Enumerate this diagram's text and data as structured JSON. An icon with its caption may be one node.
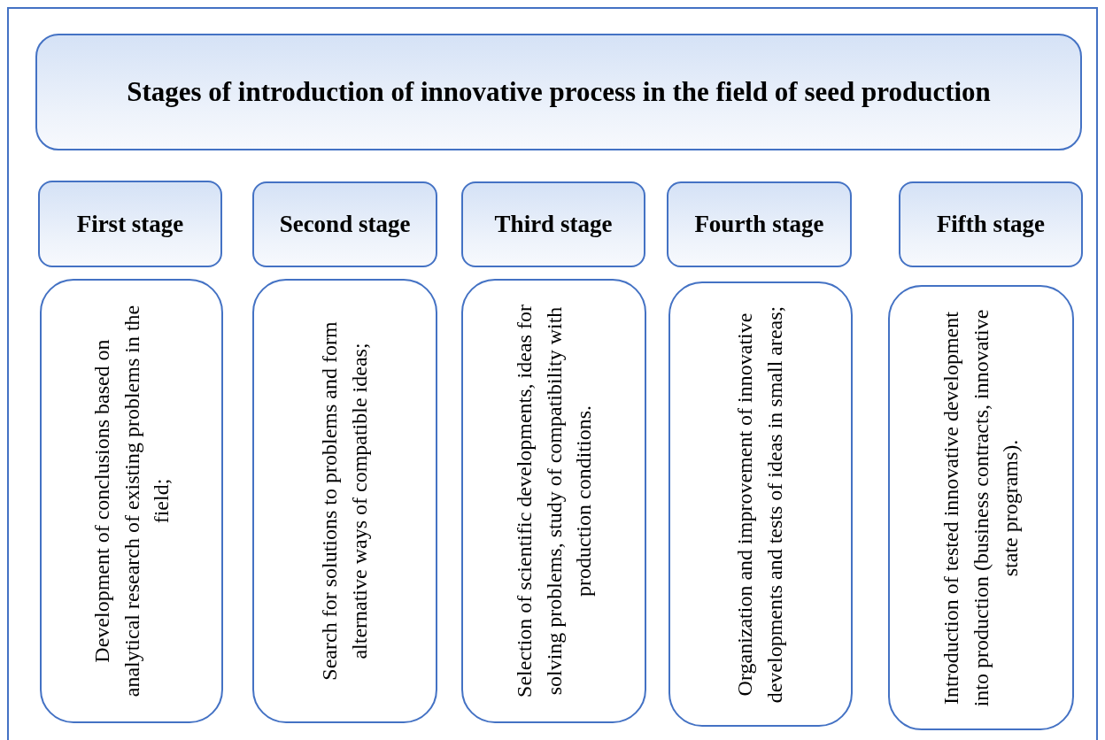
{
  "diagram": {
    "nodes": [
      {
        "text": [
          "Stages of introduction of innovative process in the field of seed production"
        ]
      },
      {
        "text": [
          "First stage"
        ]
      },
      {
        "text": [
          "Second stage"
        ]
      },
      {
        "text": [
          "Third stage"
        ]
      },
      {
        "text": [
          "Fourth stage"
        ]
      },
      {
        "text": [
          "Fifth stage"
        ]
      },
      {
        "text": [
          "Development of conclusions based on analytical research of existing problems in the field;"
        ]
      },
      {
        "text": [
          "Search for solutions to problems and form alternative ways of compatible ideas;"
        ]
      },
      {
        "text": [
          "Selection of scientific developments, ideas for solving problems, study of compatibility with production conditions."
        ]
      },
      {
        "text": [
          "Organization and improvement of innovative developments and tests of ideas in small areas;"
        ]
      },
      {
        "text": [
          "Introduction of tested innovative development into production (business contracts, innovative state programs)."
        ]
      }
    ]
  }
}
